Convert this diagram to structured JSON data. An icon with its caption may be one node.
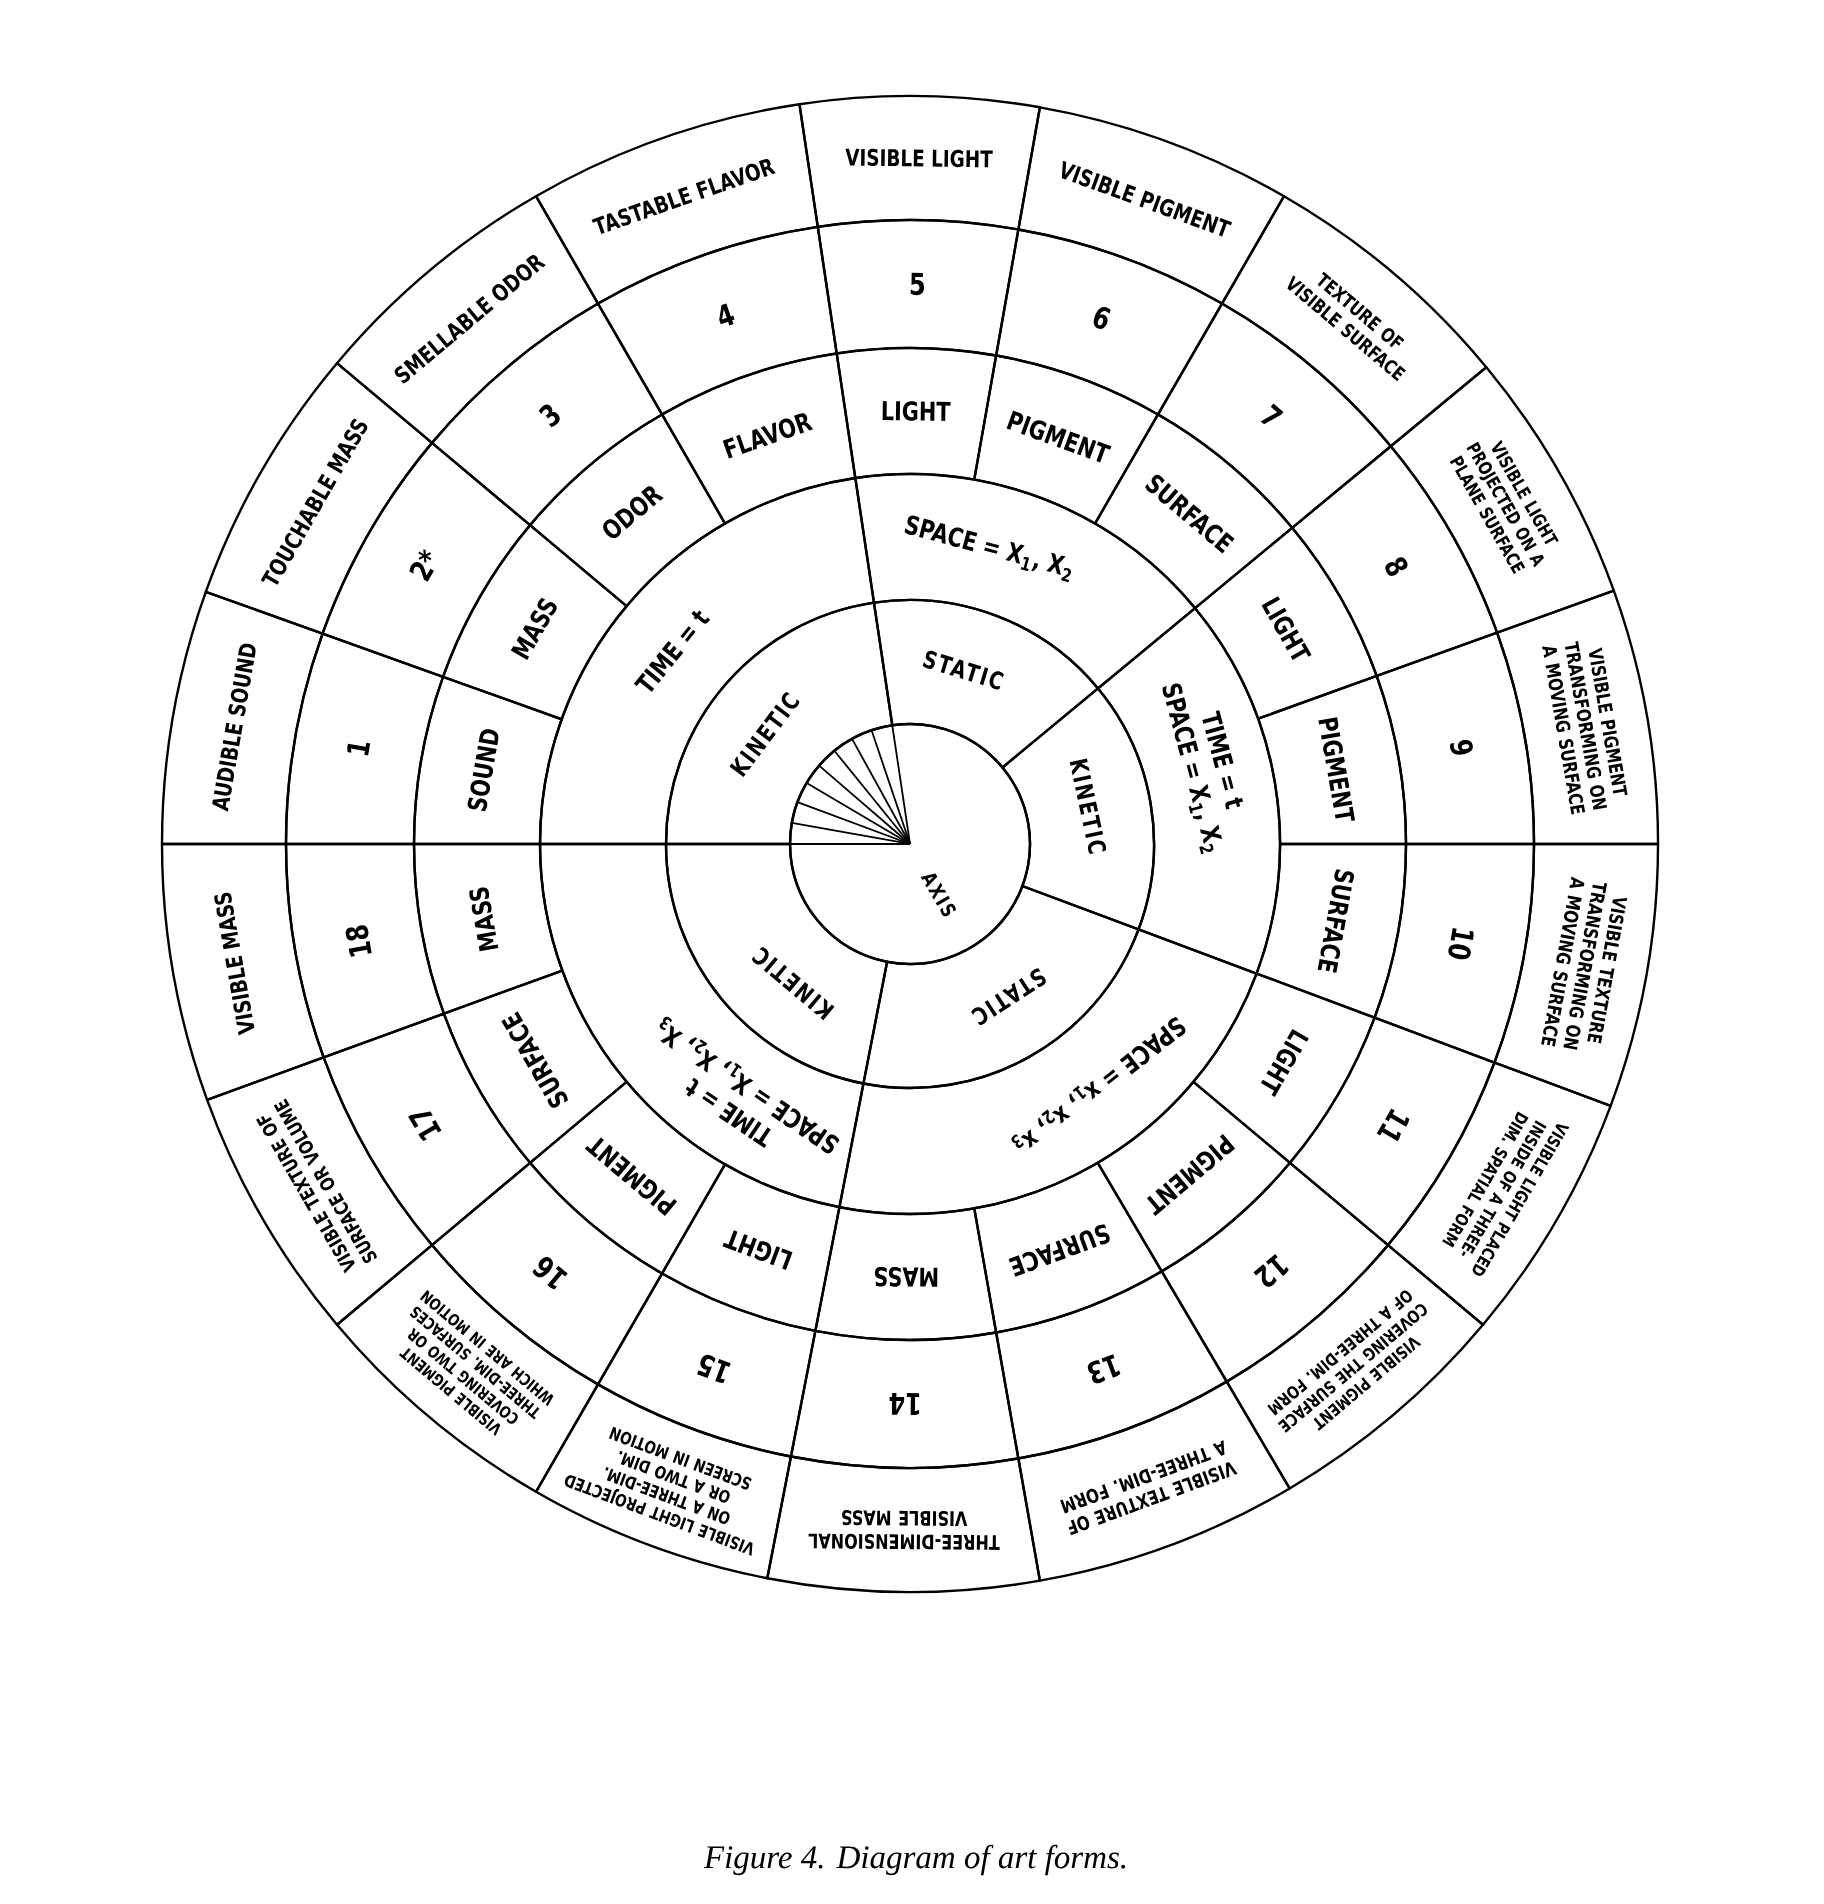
{
  "diagram": {
    "caption": "Figure 4. Diagram of art forms.",
    "nodes": [
      {
        "text": [
          "AXIS"
        ]
      },
      {
        "text": [
          "KINETIC"
        ]
      },
      {
        "text": [
          "STATIC"
        ]
      },
      {
        "text": [
          "KINETIC"
        ]
      },
      {
        "text": [
          "STATIC"
        ]
      },
      {
        "text": [
          "KINETIC"
        ]
      },
      {
        "text": [
          "TIME = t"
        ]
      },
      {
        "text": [
          "SPACE = X$_{1}$, X$_{2}$"
        ]
      },
      {
        "text": [
          "TIME = t",
          "SPACE = X$_{1}$, X$_{2}$"
        ]
      },
      {
        "text": [
          "SPACE = x$_{1}$, x$_{2}$, x$_{3}$"
        ]
      },
      {
        "text": [
          "TIME = t",
          "SPACE = X$_{1}$, X$_{2}$, X$_{3}$"
        ]
      },
      {
        "text": [
          "SOUND"
        ]
      },
      {
        "text": [
          "MASS"
        ]
      },
      {
        "text": [
          "ODOR"
        ]
      },
      {
        "text": [
          "FLAVOR"
        ]
      },
      {
        "text": [
          "LIGHT"
        ]
      },
      {
        "text": [
          "PIGMENT"
        ]
      },
      {
        "text": [
          "SURFACE"
        ]
      },
      {
        "text": [
          "LIGHT"
        ]
      },
      {
        "text": [
          "PIGMENT"
        ]
      },
      {
        "text": [
          "SURFACE"
        ]
      },
      {
        "text": [
          "LIGHT"
        ]
      },
      {
        "text": [
          "PIGMENT"
        ]
      },
      {
        "text": [
          "SURFACE"
        ]
      },
      {
        "text": [
          "MASS"
        ]
      },
      {
        "text": [
          "LIGHT"
        ]
      },
      {
        "text": [
          "PIGMENT"
        ]
      },
      {
        "text": [
          "SURFACE"
        ]
      },
      {
        "text": [
          "MASS"
        ]
      },
      {
        "text": [
          "1"
        ]
      },
      {
        "text": [
          "2*"
        ]
      },
      {
        "text": [
          "3"
        ]
      },
      {
        "text": [
          "4"
        ]
      },
      {
        "text": [
          "5"
        ]
      },
      {
        "text": [
          "6"
        ]
      },
      {
        "text": [
          "7"
        ]
      },
      {
        "text": [
          "8"
        ]
      },
      {
        "text": [
          "9"
        ]
      },
      {
        "text": [
          "10"
        ]
      },
      {
        "text": [
          "11"
        ]
      },
      {
        "text": [
          "12"
        ]
      },
      {
        "text": [
          "13"
        ]
      },
      {
        "text": [
          "14"
        ]
      },
      {
        "text": [
          "15"
        ]
      },
      {
        "text": [
          "16"
        ]
      },
      {
        "text": [
          "17"
        ]
      },
      {
        "text": [
          "18"
        ]
      },
      {
        "text": [
          "AUDIBLE SOUND"
        ]
      },
      {
        "text": [
          "TOUCHABLE MASS"
        ]
      },
      {
        "text": [
          "SMELLABLE ODOR"
        ]
      },
      {
        "text": [
          "TASTABLE FLAVOR"
        ]
      },
      {
        "text": [
          "VISIBLE LIGHT"
        ]
      },
      {
        "text": [
          "VISIBLE PIGMENT"
        ]
      },
      {
        "text": [
          "TEXTURE OF VISIBLE SURFACE"
        ]
      },
      {
        "text": [
          "VISIBLE LIGHT PROJECTED ON A PLANE SURFACE"
        ]
      },
      {
        "text": [
          "VISIBLE PIGMENT TRANSFORMING ON A MOVING SURFACE"
        ]
      },
      {
        "text": [
          "VISIBLE TEXTURE TRANSFORMING ON A MOVING SURFACE"
        ]
      },
      {
        "text": [
          "VISIBLE LIGHT PLACED INSIDE OF A THREE-DIM. SPATIAL FORM"
        ]
      },
      {
        "text": [
          "VISIBLE PIGMENT COVERING THE SURFACE OF A THREE-DIM. FORM"
        ]
      },
      {
        "text": [
          "VISIBLE TEXTURE OF A THREE-DIM. FORM"
        ]
      },
      {
        "text": [
          "THREE-DIMENSIONAL VISIBLE MASS"
        ]
      },
      {
        "text": [
          "VISIBLE LIGHT PROJECTED ON A THREE-DIM. OR A TWO DIM. SCREEN IN MOTION"
        ]
      },
      {
        "text": [
          "VISIBLE PIGMENT COVERING TWO OR THREE-DIM. SURFACES WHICH ARE IN MOTION"
        ]
      },
      {
        "text": [
          "VISIBLE TEXTURE OF SURFACE OR VOLUME"
        ]
      },
      {
        "text": [
          "VISIBLE MASS"
        ]
      }
    ]
  }
}
